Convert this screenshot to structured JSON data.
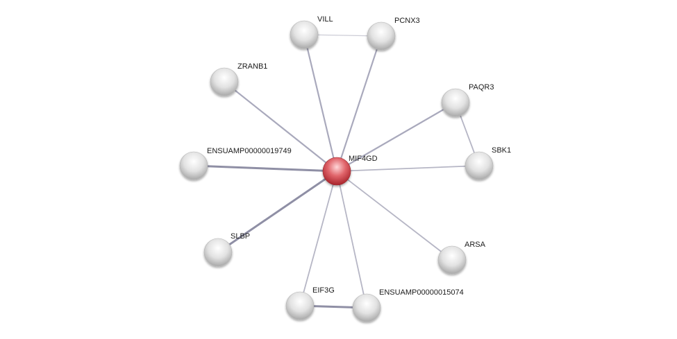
{
  "network": {
    "center": "MIF4GD",
    "nodes": [
      {
        "id": "MIF4GD",
        "label": "MIF4GD",
        "query": true
      },
      {
        "id": "VILL",
        "label": "VILL"
      },
      {
        "id": "PCNX3",
        "label": "PCNX3"
      },
      {
        "id": "ZRANB1",
        "label": "ZRANB1"
      },
      {
        "id": "PAQR3",
        "label": "PAQR3"
      },
      {
        "id": "SBK1",
        "label": "SBK1"
      },
      {
        "id": "ENSUAMP00000019749",
        "label": "ENSUAMP00000019749"
      },
      {
        "id": "SLBP",
        "label": "SLBP"
      },
      {
        "id": "ARSA",
        "label": "ARSA"
      },
      {
        "id": "EIF3G",
        "label": "EIF3G"
      },
      {
        "id": "ENSUAMP00000015074",
        "label": "ENSUAMP00000015074"
      }
    ],
    "edges": [
      {
        "source": "MIF4GD",
        "target": "VILL",
        "strength": "medium"
      },
      {
        "source": "MIF4GD",
        "target": "PCNX3",
        "strength": "medium"
      },
      {
        "source": "MIF4GD",
        "target": "ZRANB1",
        "strength": "medium"
      },
      {
        "source": "MIF4GD",
        "target": "PAQR3",
        "strength": "medium"
      },
      {
        "source": "MIF4GD",
        "target": "SBK1",
        "strength": "weak"
      },
      {
        "source": "MIF4GD",
        "target": "ENSUAMP00000019749",
        "strength": "strong"
      },
      {
        "source": "MIF4GD",
        "target": "SLBP",
        "strength": "strong"
      },
      {
        "source": "MIF4GD",
        "target": "ARSA",
        "strength": "weak"
      },
      {
        "source": "MIF4GD",
        "target": "EIF3G",
        "strength": "weak"
      },
      {
        "source": "MIF4GD",
        "target": "ENSUAMP00000015074",
        "strength": "weak"
      },
      {
        "source": "VILL",
        "target": "PCNX3",
        "strength": "faint"
      },
      {
        "source": "PAQR3",
        "target": "SBK1",
        "strength": "weak"
      },
      {
        "source": "EIF3G",
        "target": "ENSUAMP00000015074",
        "strength": "strong"
      }
    ],
    "colors": {
      "query_node": "#d9434b",
      "node": "#dcdcdc",
      "edge": "#9a9ab0"
    }
  }
}
